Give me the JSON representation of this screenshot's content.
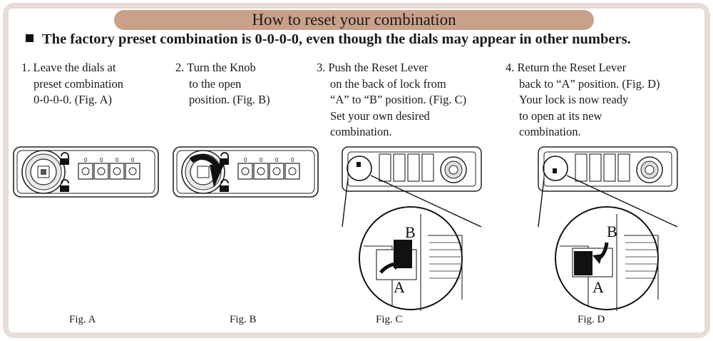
{
  "title": "How to reset your combination",
  "subtitle": "The factory preset combination is 0-0-0-0, even though the dials may appear in other numbers.",
  "steps": [
    {
      "lines": [
        "1. Leave the dials at",
        "preset combination",
        "0-0-0-0. (Fig. A)"
      ]
    },
    {
      "lines": [
        "2. Turn the Knob",
        "to the open",
        "position. (Fig. B)"
      ]
    },
    {
      "lines": [
        "3. Push the Reset Lever",
        "on the back of lock from",
        "“A” to “B” position. (Fig. C)",
        "Set your own desired",
        "combination."
      ]
    },
    {
      "lines": [
        "4. Return the Reset Lever",
        "back to “A” position. (Fig. D)",
        "Your lock is now ready",
        "to open at its new",
        "combination."
      ]
    }
  ],
  "figures": [
    "Fig. A",
    "Fig. B",
    "Fig. C",
    "Fig. D"
  ],
  "dial_value": "0",
  "lever_labels": {
    "a": "A",
    "b": "B"
  },
  "colors": {
    "frame": "#e7dcd7",
    "title_pill": "#c9a08a",
    "ink": "#1a1a1a"
  }
}
